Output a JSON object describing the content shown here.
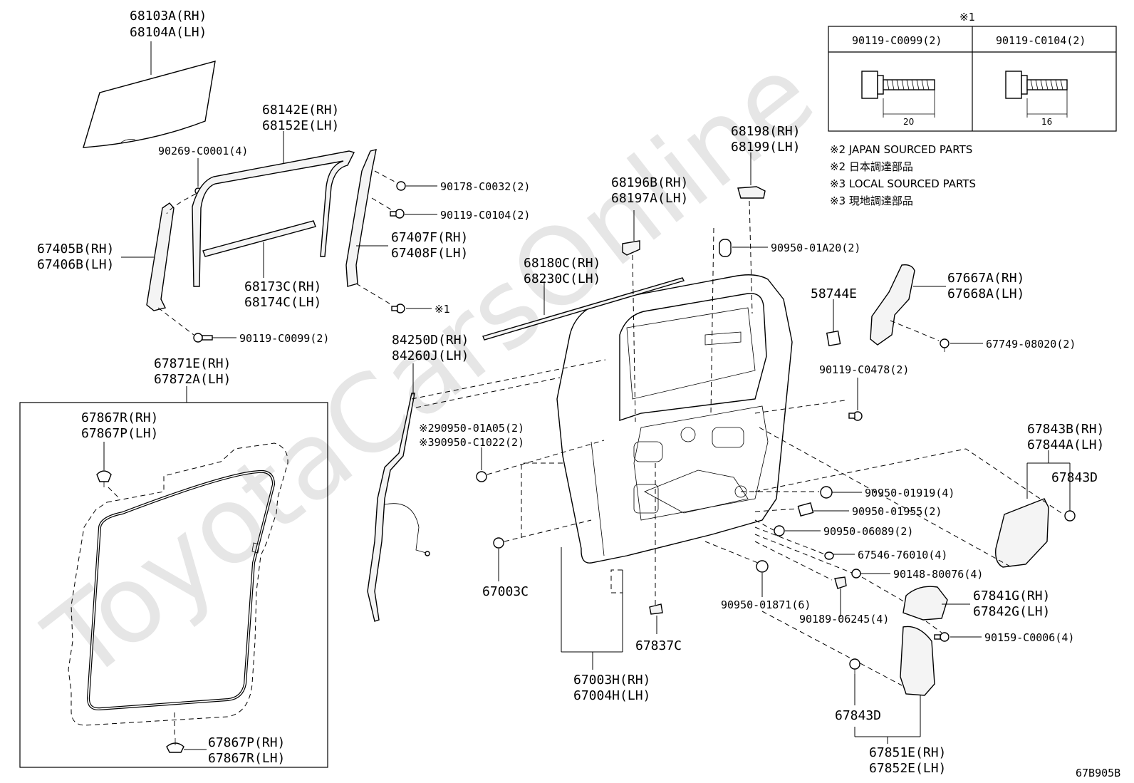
{
  "diagram_code": "67B905B",
  "watermark": "ToyotaCarsOnline",
  "legend_box": {
    "header_mark": "※1",
    "col1": "90119-C0099(2)",
    "col2": "90119-C0104(2)",
    "dim1": "20",
    "dim2": "16"
  },
  "notes": [
    "※2 JAPAN SOURCED PARTS",
    "※2 日本調達部品",
    "※3 LOCAL SOURCED PARTS",
    "※3 現地調達部品"
  ],
  "labels": {
    "glass": [
      "68103A(RH)",
      "68104A(LH)"
    ],
    "glass_clip": "90269-C0001(4)",
    "run_channel": [
      "68142E(RH)",
      "68152E(LH)"
    ],
    "nut_90178": "90178-C0032(2)",
    "bolt_c0104": "90119-C0104(2)",
    "weatherstrip_67405": [
      "67405B(RH)",
      "67406B(LH)"
    ],
    "channel_67407": [
      "67407F(RH)",
      "67408F(LH)"
    ],
    "beltline_68173": [
      "68173C(RH)",
      "68174C(LH)"
    ],
    "bolt_ref1": "※1",
    "bolt_c0099": "90119-C0099(2)",
    "hinge_68196": [
      "68196B(RH)",
      "68197A(LH)"
    ],
    "hinge_68198": [
      "68198(RH)",
      "68199(LH)"
    ],
    "plug_01a20": "90950-01A20(2)",
    "moulding_68180": [
      "68180C(RH)",
      "68230C(LH)"
    ],
    "label_58744": "58744E",
    "cover_67667": [
      "67667A(RH)",
      "67668A(LH)"
    ],
    "clip_67749": "67749-08020(2)",
    "harness_84250": [
      "84250D(RH)",
      "84260J(LH)"
    ],
    "bolt_c0478": "90119-C0478(2)",
    "seal_67871": [
      "67871E(RH)",
      "67872A(LH)"
    ],
    "clip_67867_top": [
      "67867R(RH)",
      "67867P(LH)"
    ],
    "plug_01a05": "※290950-01A05(2)",
    "plug_c1022": "※390950-C1022(2)",
    "cover_67843": [
      "67843B(RH)",
      "67844A(LH)"
    ],
    "clip_67843d_right": "67843D",
    "plug_01919": "90950-01919(4)",
    "plug_01955": "90950-01955(2)",
    "plug_06089": "90950-06089(2)",
    "plug_67546": "67546-76010(4)",
    "clip_80076": "90148-80076(4)",
    "cushion_67003c": "67003C",
    "plug_01871": "90950-01871(6)",
    "clip_06245": "90189-06245(4)",
    "cover_67841": [
      "67841G(RH)",
      "67842G(LH)"
    ],
    "bolt_c0006": "90159-C0006(4)",
    "panel_67003h": [
      "67003H(RH)",
      "67004H(LH)"
    ],
    "clip_67837c": "67837C",
    "clip_67843d_bottom": "67843D",
    "cover_67851": [
      "67851E(RH)",
      "67852E(LH)"
    ],
    "clip_67867_bottom": [
      "67867P(RH)",
      "67867R(LH)"
    ]
  }
}
